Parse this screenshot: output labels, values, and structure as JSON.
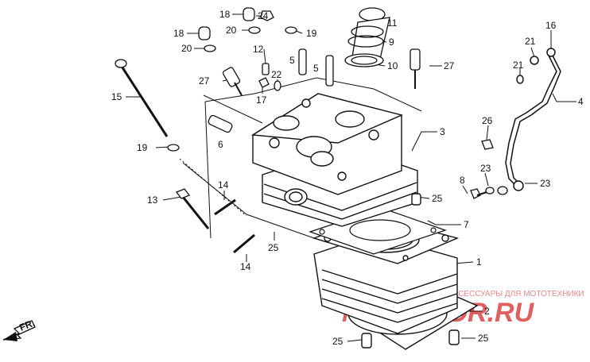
{
  "diagram": {
    "callouts": [
      {
        "id": "c1",
        "text": "1"
      },
      {
        "id": "c2",
        "text": "2"
      },
      {
        "id": "c3",
        "text": "3"
      },
      {
        "id": "c4",
        "text": "4"
      },
      {
        "id": "c5a",
        "text": "5"
      },
      {
        "id": "c5b",
        "text": "5"
      },
      {
        "id": "c6",
        "text": "6"
      },
      {
        "id": "c7",
        "text": "7"
      },
      {
        "id": "c8",
        "text": "8"
      },
      {
        "id": "c9",
        "text": "9"
      },
      {
        "id": "c10",
        "text": "10"
      },
      {
        "id": "c11",
        "text": "11"
      },
      {
        "id": "c12",
        "text": "12"
      },
      {
        "id": "c13",
        "text": "13"
      },
      {
        "id": "c14a",
        "text": "14"
      },
      {
        "id": "c14b",
        "text": "14"
      },
      {
        "id": "c15",
        "text": "15"
      },
      {
        "id": "c16",
        "text": "16"
      },
      {
        "id": "c17",
        "text": "17"
      },
      {
        "id": "c18a",
        "text": "18"
      },
      {
        "id": "c18b",
        "text": "18"
      },
      {
        "id": "c19a",
        "text": "19"
      },
      {
        "id": "c19b",
        "text": "19"
      },
      {
        "id": "c20a",
        "text": "20"
      },
      {
        "id": "c20b",
        "text": "20"
      },
      {
        "id": "c21a",
        "text": "21"
      },
      {
        "id": "c21b",
        "text": "21"
      },
      {
        "id": "c22",
        "text": "22"
      },
      {
        "id": "c23a",
        "text": "23"
      },
      {
        "id": "c23b",
        "text": "23"
      },
      {
        "id": "c24",
        "text": "24"
      },
      {
        "id": "c25a",
        "text": "25"
      },
      {
        "id": "c25b",
        "text": "25"
      },
      {
        "id": "c25c",
        "text": "25"
      },
      {
        "id": "c25d",
        "text": "25"
      },
      {
        "id": "c26",
        "text": "26"
      },
      {
        "id": "c27a",
        "text": "27"
      },
      {
        "id": "c27b",
        "text": "27"
      }
    ],
    "direction_label": "FR.",
    "watermark": {
      "line": "ЗАПЧАСТИ И АКСЕССУАРЫ ДЛЯ МОТОТЕХНИКИ",
      "brand": "MOTO FOR.RU"
    }
  }
}
